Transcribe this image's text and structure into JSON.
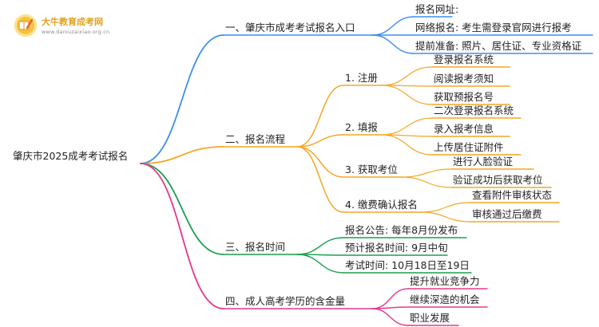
{
  "watermark": {
    "name": "大牛教育成考网",
    "url": "www.daniuzaixiao.org.cn"
  },
  "colors": {
    "blue": "#3d8ef0",
    "orange": "#f5a623",
    "green": "#1a9f4e",
    "pink": "#e6388b"
  },
  "root": {
    "label": "肇庆市2025成考考试报名"
  },
  "branches": [
    {
      "label": "一、肇庆市成考考试报名入口",
      "children": [
        {
          "label": "报名网址:"
        },
        {
          "label": "网络报名: 考生需登录官网进行报考"
        },
        {
          "label": "提前准备: 照片、居住证、专业资格证"
        }
      ]
    },
    {
      "label": "二、报名流程",
      "children": [
        {
          "label": "1. 注册",
          "children": [
            {
              "label": "登录报名系统"
            },
            {
              "label": "阅读报考须知"
            },
            {
              "label": "获取预报名号"
            }
          ]
        },
        {
          "label": "2. 填报",
          "children": [
            {
              "label": "二次登录报名系统"
            },
            {
              "label": "录入报考信息"
            },
            {
              "label": "上传居住证附件"
            }
          ]
        },
        {
          "label": "3. 获取考位",
          "children": [
            {
              "label": "进行人脸验证"
            },
            {
              "label": "验证成功后获取考位"
            }
          ]
        },
        {
          "label": "4. 缴费确认报名",
          "children": [
            {
              "label": "查看附件审核状态"
            },
            {
              "label": "审核通过后缴费"
            }
          ]
        }
      ]
    },
    {
      "label": "三、报名时间",
      "children": [
        {
          "label": "报名公告: 每年8月份发布"
        },
        {
          "label": "预计报名时间: 9月中旬"
        },
        {
          "label": "考试时间: 10月18日至19日"
        }
      ]
    },
    {
      "label": "四、成人高考学历的含金量",
      "children": [
        {
          "label": "提升就业竞争力"
        },
        {
          "label": "继续深造的机会"
        },
        {
          "label": "职业发展"
        }
      ]
    }
  ]
}
